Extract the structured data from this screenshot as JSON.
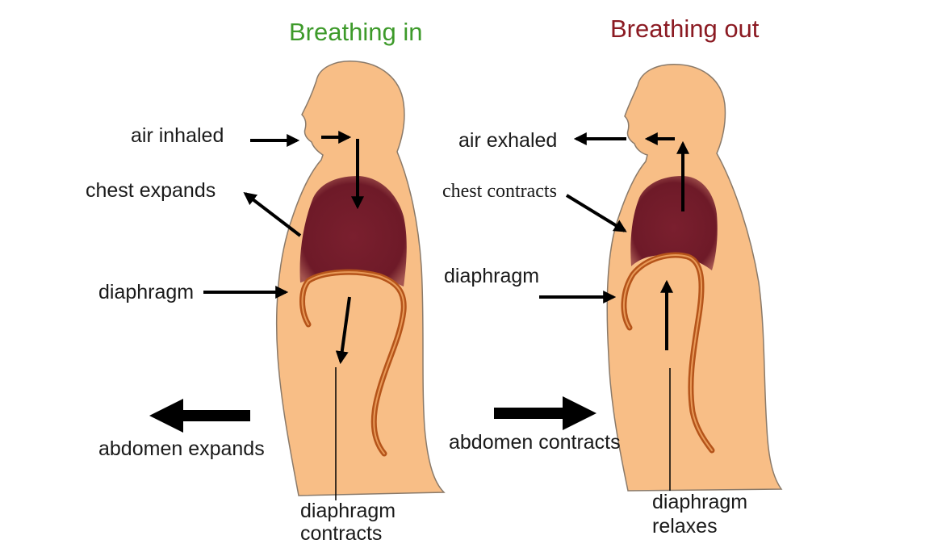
{
  "colors": {
    "skin": "#f8be86",
    "skin_outline": "#8a7a6a",
    "lung": "#7a1f2e",
    "diaphragm": "#b5541a",
    "arrow": "#000000",
    "title_in": "#3d9a2a",
    "title_out": "#8b1a22"
  },
  "left": {
    "title": "Breathing in",
    "air_label": "air inhaled",
    "chest_label": "chest expands",
    "diaphragm_label": "diaphragm",
    "abdomen_label": "abdomen expands",
    "bottom_label_line1": "diaphragm",
    "bottom_label_line2": "contracts"
  },
  "right": {
    "title": "Breathing out",
    "air_label": "air exhaled",
    "chest_label": "chest contracts",
    "diaphragm_label": "diaphragm",
    "abdomen_label": "abdomen contracts",
    "bottom_label_line1": "diaphragm",
    "bottom_label_line2": "relaxes"
  }
}
